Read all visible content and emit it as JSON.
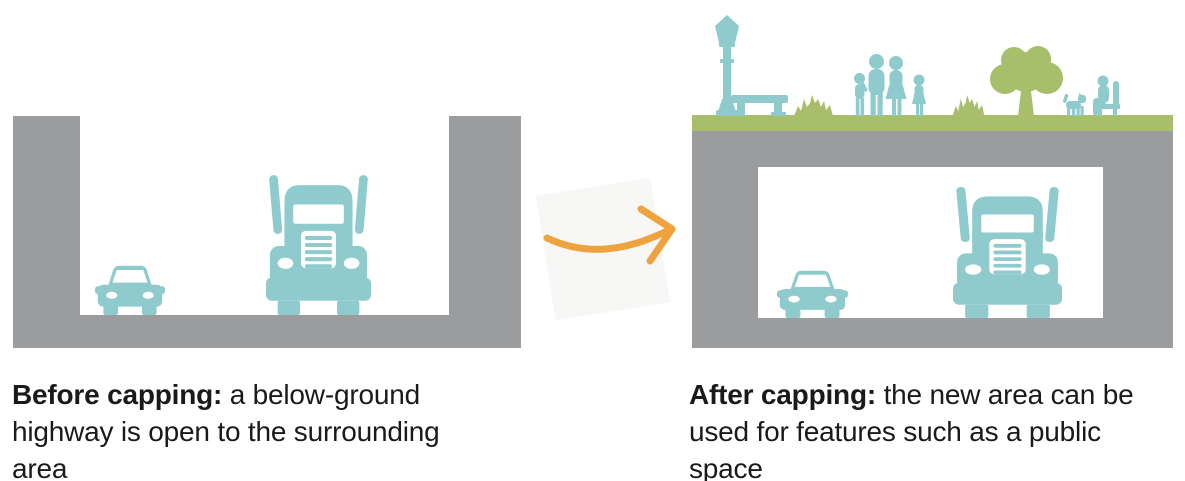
{
  "captions": {
    "before": {
      "bold": "Before capping:",
      "rest": " a below-ground highway is open to the surrounding area"
    },
    "after": {
      "bold": "After capping:",
      "rest": " the new area can be used for features such as a public space"
    }
  },
  "scene": {
    "before_items": [
      "highway-trench",
      "car",
      "semi-truck"
    ],
    "after_items": [
      "grass-cap",
      "tunnel-opening",
      "car",
      "semi-truck",
      "street-lamp",
      "bench",
      "shrub",
      "family",
      "shrub",
      "tree",
      "dog",
      "seated-person"
    ],
    "transition": "arrow"
  },
  "colors": {
    "teal": "#8fcbcd",
    "green": "#a7bf6a",
    "gray": "#9b9c9e",
    "orange": "#eea33f",
    "paper": "#f7f7f5",
    "text": "#1a1a1a",
    "background": "#ffffff"
  }
}
